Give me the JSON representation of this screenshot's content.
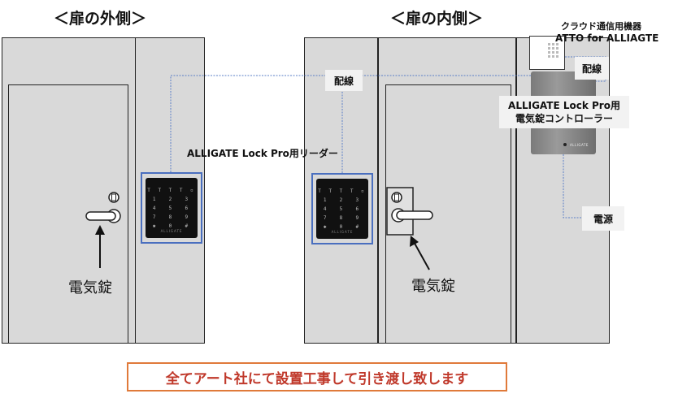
{
  "titles": {
    "outside": "＜扉の外側＞",
    "inside": "＜扉の内側＞"
  },
  "labels": {
    "cloud_device_line1": "クラウド通信用機器",
    "cloud_device_line2": "ATTO for ALLIAGTE",
    "wiring_1": "配線",
    "wiring_2": "配線",
    "controller_line1": "ALLIGATE Lock Pro用",
    "controller_line2": "電気錠コントローラー",
    "reader": "ALLIGATE Lock Pro用リーダー",
    "power": "電源",
    "electric_lock_outside": "電気錠",
    "electric_lock_inside": "電気錠",
    "controller_brand": "ALLIGATE",
    "reader_brand_outside": "ALLIGATE",
    "reader_brand_inside": "ALLIGATE"
  },
  "keypad": {
    "rows": [
      "T T T T ▫",
      "1  2  3",
      "4  5  6",
      "7  8  9",
      "✱  0  #"
    ]
  },
  "footer": {
    "text": "全てアート社にて設置工事して引き渡し致します"
  },
  "colors": {
    "panel": "#d9d9d9",
    "reader_frame": "#4a6fbf",
    "wire": "#5b7fc7",
    "footer_border": "#e07a3a",
    "footer_text": "#c0392b"
  }
}
